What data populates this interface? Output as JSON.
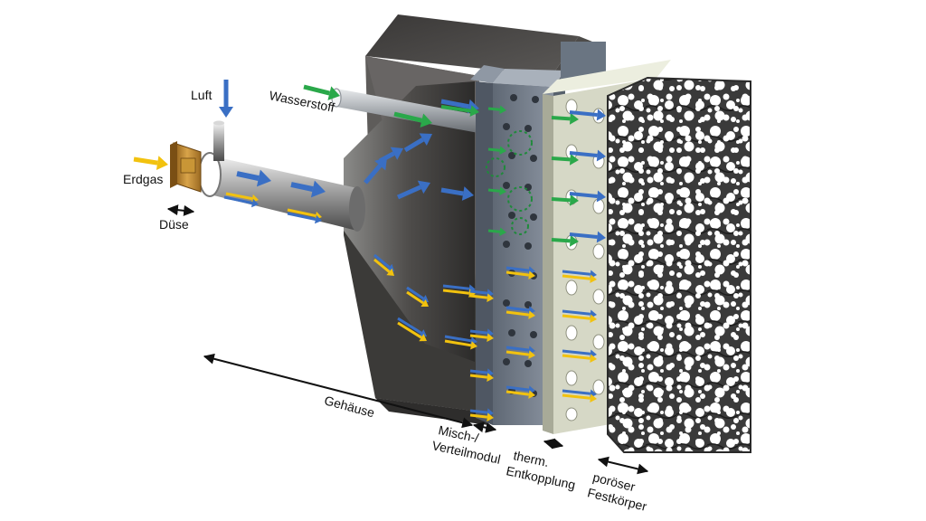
{
  "labels": {
    "luft": "Luft",
    "wasserstoff": "Wasserstoff",
    "erdgas": "Erdgas",
    "duese": "Düse",
    "gehaeuse": "Gehäuse",
    "misch_line1": "Misch-/",
    "misch_line2": "Verteilmodul",
    "therm_line1": "therm.",
    "therm_line2": "Entkopplung",
    "poroes_line1": "poröser",
    "poroes_line2": "Festkörper"
  },
  "colors": {
    "air": "#3a6fc4",
    "hydrogen": "#2aa84a",
    "natural_gas": "#f2c20f",
    "housing": "#4a4845",
    "mixing_module": "#6f7a88",
    "thermal_decoupling": "#d9dbc9",
    "porous_solid": "#2e2e2e",
    "nozzle": "#b8862e"
  }
}
